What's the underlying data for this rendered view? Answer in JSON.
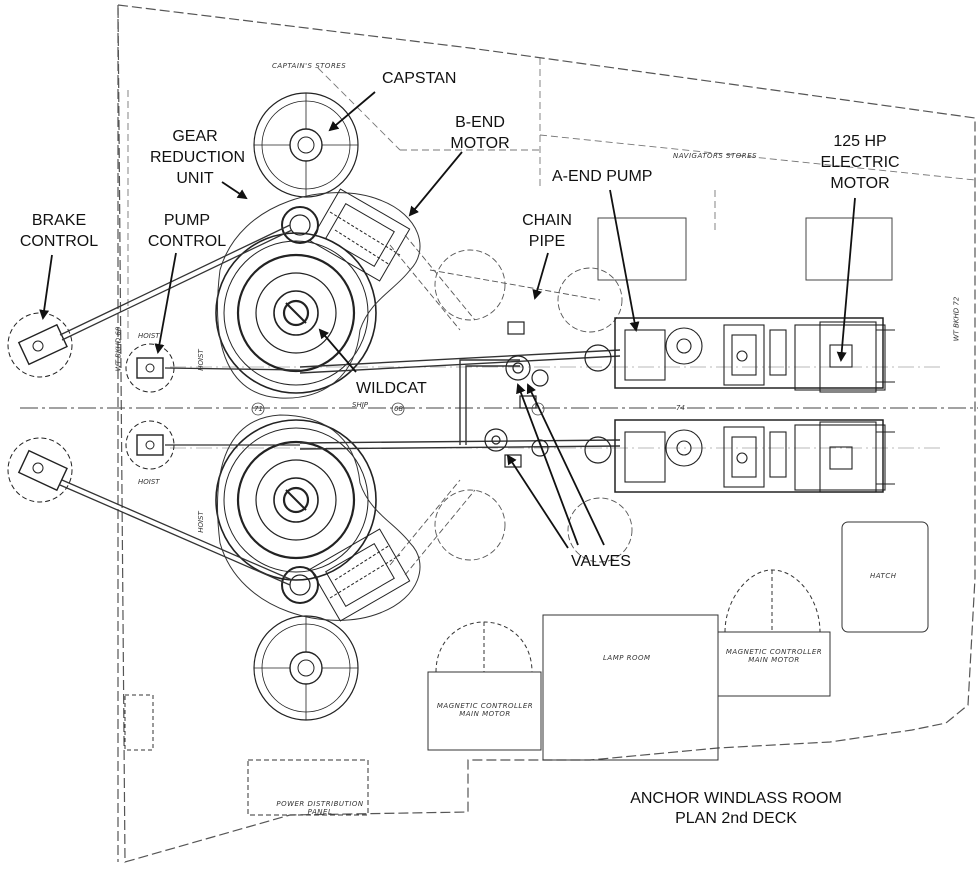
{
  "callouts": {
    "capstan": "CAPSTAN",
    "gear_reduction_1": "GEAR",
    "gear_reduction_2": "REDUCTION",
    "gear_reduction_3": "UNIT",
    "b_end_1": "B-END",
    "b_end_2": "MOTOR",
    "brake_1": "BRAKE",
    "brake_2": "CONTROL",
    "pump_control_1": "PUMP",
    "pump_control_2": "CONTROL",
    "a_end_pump": "A-END PUMP",
    "chain_pipe_1": "CHAIN",
    "chain_pipe_2": "PIPE",
    "motor_1": "125 HP",
    "motor_2": "ELECTRIC",
    "motor_3": "MOTOR",
    "wildcat": "WILDCAT",
    "valves": "VALVES"
  },
  "rooms": {
    "captains_stores": "CAPTAIN'S STORES",
    "navigators_stores": "NAVIGATORS STORES",
    "hatch": "HATCH",
    "lamp_room": "LAMP ROOM",
    "mc_right_1": "MAGNETIC CONTROLLER",
    "mc_right_2": "MAIN MOTOR",
    "mc_left_1": "MAGNETIC CONTROLLER",
    "mc_left_2": "MAIN MOTOR",
    "pdp_1": "POWER DISTRIBUTION",
    "pdp_2": "PANEL"
  },
  "drawing_marks": {
    "hoist_1": "HOIST",
    "hoist_2": "HOIST",
    "hoist_3": "HOIST",
    "hoist_4": "HOIST",
    "ship": "SHIP",
    "frame_71": "71",
    "frame_68": "68",
    "frame_74": "74",
    "bhd_left": "WT BKHD 68",
    "bhd_right": "WT BKHD 72"
  },
  "title": {
    "line1": "ANCHOR WINDLASS ROOM",
    "line2": "PLAN 2nd DECK"
  }
}
